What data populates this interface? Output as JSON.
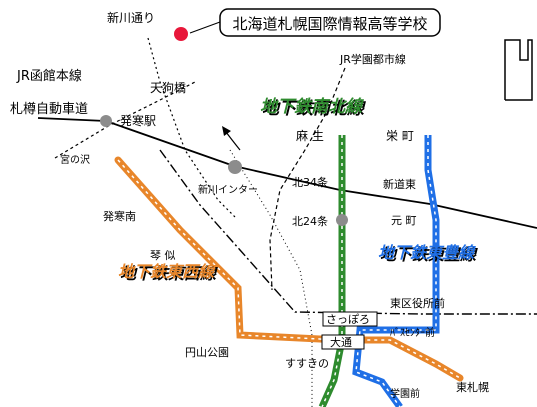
{
  "map": {
    "destination": "北海道札幌国際情報高等学校",
    "roads": {
      "shinkawa_dori": "新川通り",
      "sasson_expressway": "札樽自動車道"
    },
    "rail_lines": {
      "jr_hakodate": "JR函館本線",
      "jr_gakuentoshi": "JR学園都市線",
      "subway_namboku": "地下鉄南北線",
      "subway_toho": "地下鉄東豊線",
      "subway_tozai": "地下鉄東西線"
    },
    "stations": {
      "tenguhashi": "天狗橋",
      "hassamu": "発寒駅",
      "miyanosawa": "宮の沢",
      "shinkawa_ic": "新川インター",
      "asabu": "麻 生",
      "sakaemachi": "栄 町",
      "kita34": "北34条",
      "shindo_higashi": "新道東",
      "kita24": "北24条",
      "motomachi": "元 町",
      "hassamu_minami": "発寒南",
      "kotoni": "琴 似",
      "higashiku_yakusho": "東区役所前",
      "sapporo": "さっぽろ",
      "bus_center": "ﾊﾞｽｾﾝﾀｰ前",
      "odori": "大通",
      "maruyama_koen": "円山公園",
      "susukino": "すすきの",
      "gakuen_mae": "学園前",
      "higashi_sapporo": "東札幌"
    },
    "colors": {
      "namboku": "#2e8b2e",
      "toho": "#1f6fe6",
      "tozai": "#e8862a",
      "destination_marker": "#e8173a",
      "station_dot": "#8c8c8c"
    }
  }
}
